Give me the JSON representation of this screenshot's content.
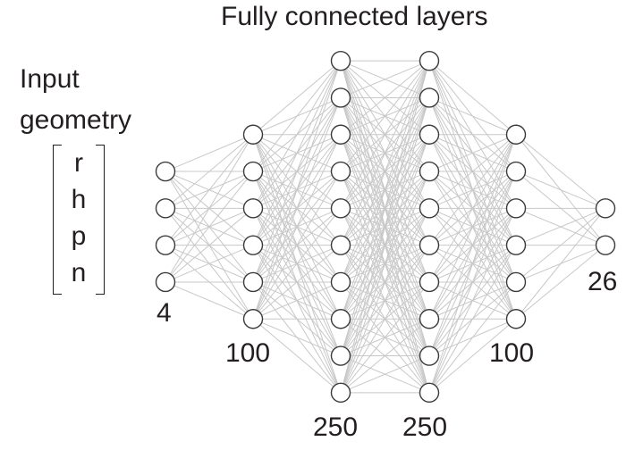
{
  "title": "Fully connected layers",
  "input": {
    "label_line1": "Input",
    "label_line2": "geometry",
    "variables": [
      "r",
      "h",
      "p",
      "n"
    ]
  },
  "layers": [
    {
      "name": "input",
      "size_label": "4",
      "drawn_nodes": 4
    },
    {
      "name": "hidden-1",
      "size_label": "100",
      "drawn_nodes": 6
    },
    {
      "name": "hidden-2",
      "size_label": "250",
      "drawn_nodes": 10
    },
    {
      "name": "hidden-3",
      "size_label": "250",
      "drawn_nodes": 10
    },
    {
      "name": "hidden-4",
      "size_label": "100",
      "drawn_nodes": 6
    },
    {
      "name": "output",
      "size_label": "26",
      "drawn_nodes": 2
    }
  ],
  "colors": {
    "edge": "#c8c8c8",
    "node_stroke": "#3a3a3a",
    "node_fill": "#ffffff",
    "text": "#231f20"
  }
}
